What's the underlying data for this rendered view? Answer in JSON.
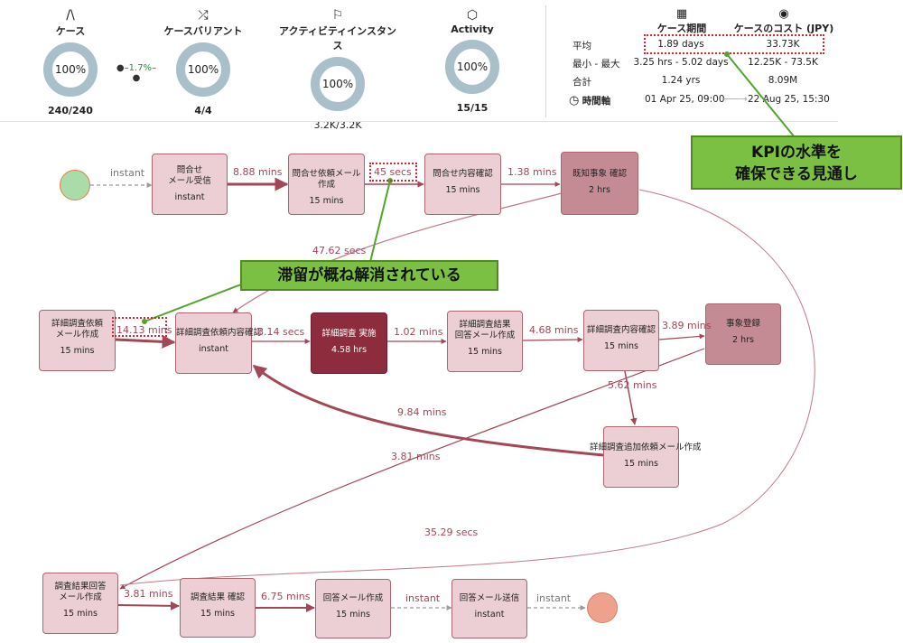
{
  "kpis": [
    {
      "title": "ケース",
      "icon": "road-icon",
      "percent": "100%",
      "count": "240/240"
    },
    {
      "title": "ケースバリアント",
      "icon": "shuffle-icon",
      "percent": "100%",
      "count": "4/4"
    },
    {
      "title": "アクティビティインスタンス",
      "icon": "flag-icon",
      "percent": "100%",
      "count": "3.2K/3.2K"
    },
    {
      "title": "Activity",
      "icon": "cube-icon",
      "percent": "100%",
      "count": "15/15"
    }
  ],
  "variant_link": "1.7%",
  "stats": {
    "col_duration": "ケース期間",
    "col_cost": "ケースのコスト (JPY)",
    "rows": [
      {
        "label": "平均",
        "duration": "1.89 days",
        "cost": "33.73K"
      },
      {
        "label": "最小 - 最大",
        "duration": "3.25 hrs - 5.02 days",
        "cost": "12.25K - 73.5K"
      },
      {
        "label": "合計",
        "duration": "1.24 yrs",
        "cost": "8.09M"
      }
    ],
    "timeline_label": "時間軸",
    "timeline_start": "01 Apr 25, 09:00",
    "timeline_end": "22 Aug 25, 15:30"
  },
  "callouts": {
    "kpi": "KPIの水準を\n確保できる見通し",
    "stagnation": "滞留が概ね解消されている"
  },
  "nodes": {
    "n1": {
      "label": "問合せ\nメール受信",
      "dur": "instant"
    },
    "n2": {
      "label": "問合せ依頼メール作成",
      "dur": "15 mins"
    },
    "n3": {
      "label": "問合せ内容確認",
      "dur": "15 mins"
    },
    "n4": {
      "label": "既知事象 確認",
      "dur": "2 hrs"
    },
    "n5": {
      "label": "詳細調査依頼\nメール作成",
      "dur": "15 mins"
    },
    "n6": {
      "label": "詳細調査依頼内容確認",
      "dur": "instant"
    },
    "n7": {
      "label": "詳細調査 実施",
      "dur": "4.58 hrs"
    },
    "n8": {
      "label": "詳細調査結果\n回答メール作成",
      "dur": "15 mins"
    },
    "n9": {
      "label": "詳細調査内容確認",
      "dur": "15 mins"
    },
    "n10": {
      "label": "事象登録",
      "dur": "2 hrs"
    },
    "n11": {
      "label": "詳細調査追加依頼メール作成",
      "dur": "15 mins"
    },
    "n12": {
      "label": "調査結果回答\nメール作成",
      "dur": "15 mins"
    },
    "n13": {
      "label": "調査結果 確認",
      "dur": "15 mins"
    },
    "n14": {
      "label": "回答メール作成",
      "dur": "15 mins"
    },
    "n15": {
      "label": "回答メール送信",
      "dur": "instant"
    }
  },
  "edges": {
    "e_start": "instant",
    "e1": "8.88 mins",
    "e2": "45 secs",
    "e3": "1.38 mins",
    "e4": "47.62 secs",
    "e5": "14.13 mins",
    "e6": "8.14 secs",
    "e7": "1.02 mins",
    "e8": "4.68 mins",
    "e9": "3.89 mins",
    "e10": "5.62 mins",
    "e11": "9.84 mins",
    "e12": "3.81 mins",
    "e13": "35.29 secs",
    "e14": "3.81 mins",
    "e15": "6.75 mins",
    "e16": "instant",
    "e_end": "instant"
  },
  "colors": {
    "node_light": "#eccfd4",
    "node_mid": "#c48b95",
    "node_dark": "#8c2c3c",
    "edge": "#a34656",
    "start": "#a9dca9",
    "end": "#eea28e",
    "callout": "#7bc043",
    "highlight": "#e0202a"
  }
}
